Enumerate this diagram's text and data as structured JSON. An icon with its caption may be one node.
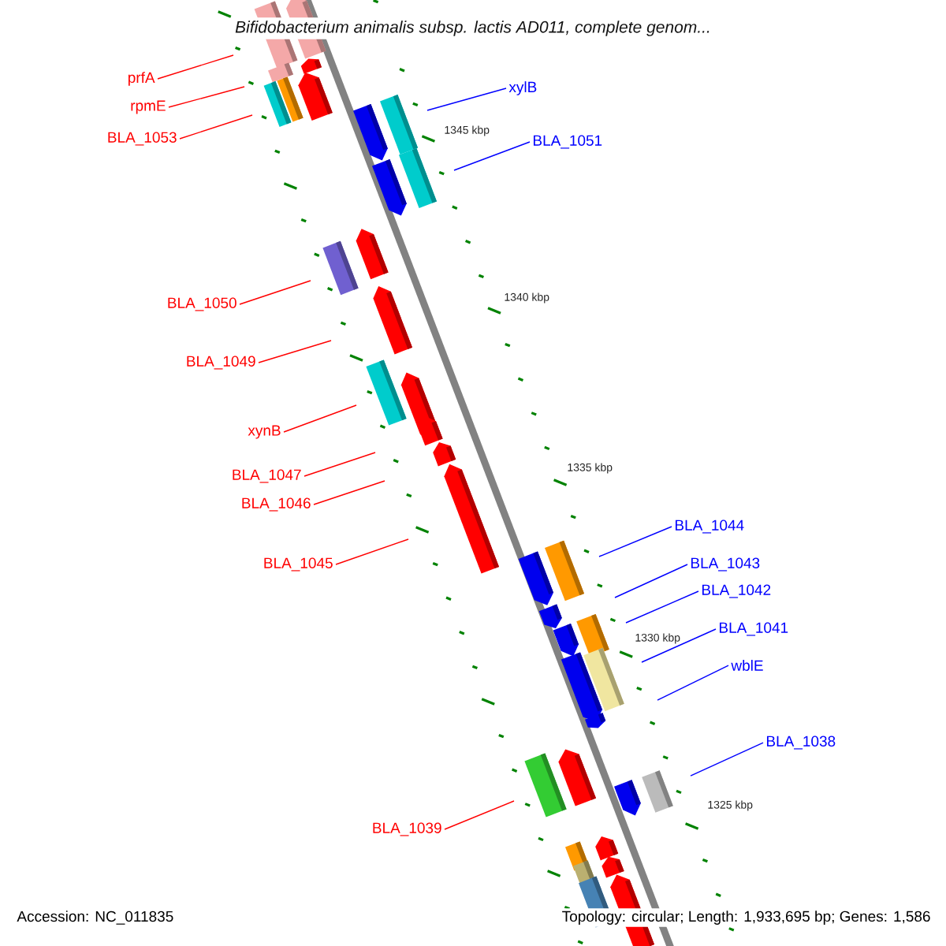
{
  "diagram": {
    "title": "Bifidobacterium animalis subsp. lactis AD011, complete genom...",
    "nodes": [
      {
        "text": [
          "prfA"
        ]
      },
      {
        "text": [
          "xylB"
        ]
      },
      {
        "text": [
          "rpmE"
        ]
      },
      {
        "text": [
          "BLA_1053"
        ]
      },
      {
        "text": [
          "BLA_1051"
        ]
      },
      {
        "text": [
          "BLA_1050"
        ]
      },
      {
        "text": [
          "BLA_1049"
        ]
      },
      {
        "text": [
          "xynB"
        ]
      },
      {
        "text": [
          "BLA_1047"
        ]
      },
      {
        "text": [
          "BLA_1046"
        ]
      },
      {
        "text": [
          "BLA_1044"
        ]
      },
      {
        "text": [
          "BLA_1045"
        ]
      },
      {
        "text": [
          "BLA_1043"
        ]
      },
      {
        "text": [
          "BLA_1042"
        ]
      },
      {
        "text": [
          "BLA_1041"
        ]
      },
      {
        "text": [
          "wblE"
        ]
      },
      {
        "text": [
          "BLA_1038"
        ]
      },
      {
        "text": [
          "BLA_1039"
        ]
      }
    ],
    "edges": [
      {
        "from": 0,
        "to": null,
        "arrow": "none"
      },
      {
        "from": 1,
        "to": null,
        "arrow": "none",
        "color": "#0000ff"
      },
      {
        "from": 2,
        "to": null,
        "arrow": "none"
      },
      {
        "from": 3,
        "to": null,
        "arrow": "none"
      },
      {
        "from": 4,
        "to": null,
        "arrow": "none",
        "color": "#0000ff"
      },
      {
        "from": 5,
        "to": null,
        "arrow": "none"
      },
      {
        "from": 6,
        "to": null,
        "arrow": "none"
      },
      {
        "from": 7,
        "to": null,
        "arrow": "none"
      },
      {
        "from": 8,
        "to": null,
        "arrow": "none"
      },
      {
        "from": 9,
        "to": null,
        "arrow": "none"
      },
      {
        "from": 10,
        "to": null,
        "arrow": "none",
        "color": "#0000ff"
      },
      {
        "from": 11,
        "to": null,
        "arrow": "none"
      },
      {
        "from": 12,
        "to": null,
        "arrow": "none",
        "color": "#0000ff"
      },
      {
        "from": 13,
        "to": null,
        "arrow": "none",
        "color": "#0000ff"
      },
      {
        "from": 14,
        "to": null,
        "arrow": "none",
        "color": "#0000ff"
      },
      {
        "from": 15,
        "to": null,
        "arrow": "none",
        "color": "#0000ff"
      },
      {
        "from": 16,
        "to": null,
        "arrow": "none",
        "color": "#0000ff"
      },
      {
        "from": 17,
        "to": null,
        "arrow": "none"
      }
    ],
    "labels": [
      "1345 kbp",
      "1340 kbp",
      "1335 kbp",
      "1330 kbp",
      "1325 kbp",
      "Accession: NC_011835",
      "Topology: circular; Length: 1,933,695 bp; Genes: 1,586"
    ]
  }
}
